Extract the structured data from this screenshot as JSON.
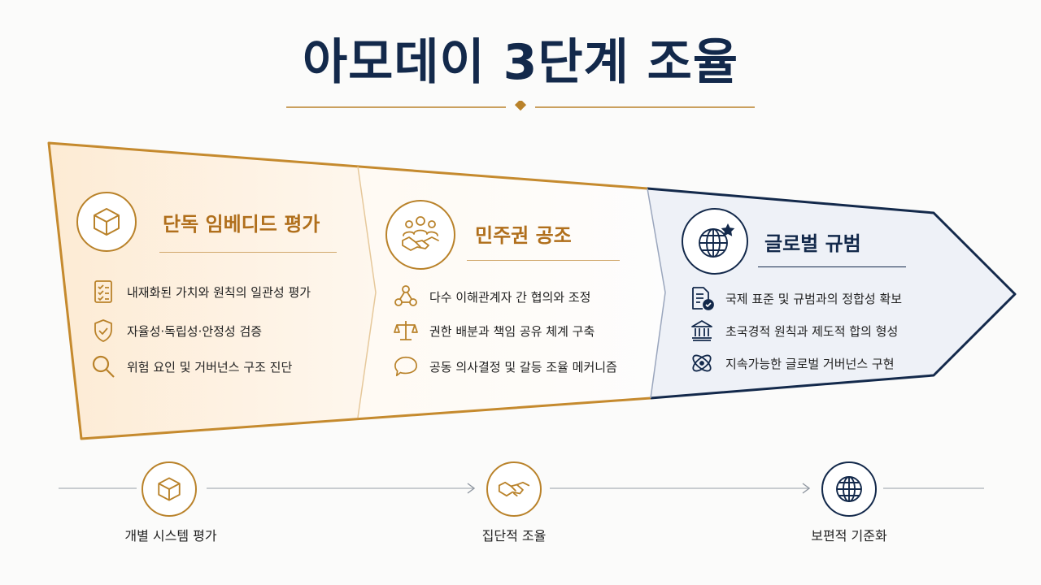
{
  "title": "아모데이 3단계 조율",
  "colors": {
    "gold": "#b9822a",
    "navy": "#13294b",
    "tint_gold": "#fdf1e2",
    "tint_navy": "#eef1f7"
  },
  "stages": [
    {
      "title": "단독 임베디드 평가",
      "icon": "cube-icon",
      "items": [
        {
          "icon": "checklist-icon",
          "text": "내재화된 가치와 원칙의 일관성 평가"
        },
        {
          "icon": "shield-check-icon",
          "text": "자율성·독립성·안정성 검증"
        },
        {
          "icon": "magnifier-icon",
          "text": "위험 요인 및 거버넌스 구조 진단"
        }
      ]
    },
    {
      "title": "민주권 공조",
      "icon": "people-handshake-icon",
      "items": [
        {
          "icon": "people-network-icon",
          "text": "다수 이해관계자 간 협의와 조정"
        },
        {
          "icon": "scales-icon",
          "text": "권한 배분과 책임 공유 체계 구축"
        },
        {
          "icon": "speech-bubble-icon",
          "text": "공동 의사결정 및 갈등 조율 메커니즘"
        }
      ]
    },
    {
      "title": "글로벌 규범",
      "icon": "globe-star-icon",
      "items": [
        {
          "icon": "document-check-icon",
          "text": "국제 표준 및 규범과의 정합성 확보"
        },
        {
          "icon": "institution-icon",
          "text": "초국경적 원칙과 제도적 합의 형성"
        },
        {
          "icon": "orbit-icon",
          "text": "지속가능한 글로벌 거버넌스 구현"
        }
      ]
    }
  ],
  "timeline": [
    {
      "icon": "cube-icon",
      "label": "개별 시스템 평가"
    },
    {
      "icon": "handshake-icon",
      "label": "집단적 조율"
    },
    {
      "icon": "globe-icon",
      "label": "보편적 기준화"
    }
  ]
}
